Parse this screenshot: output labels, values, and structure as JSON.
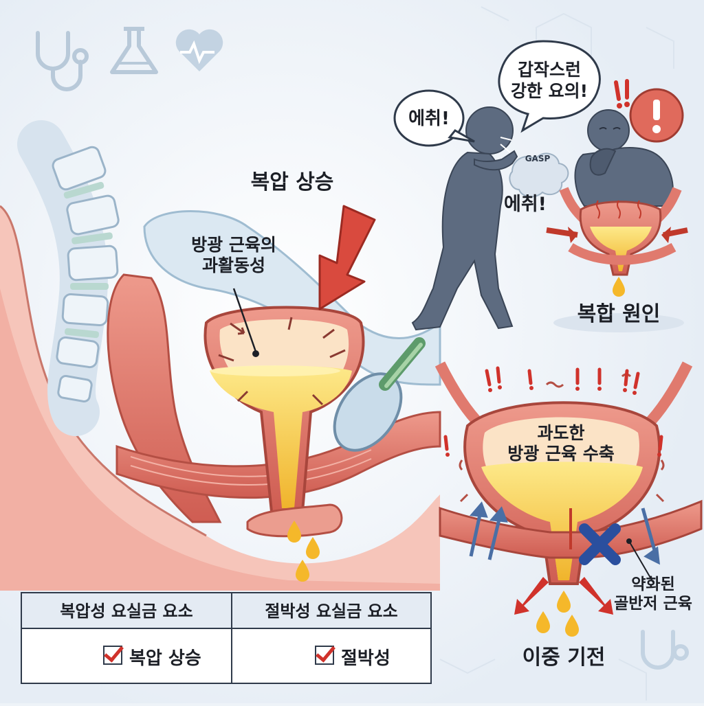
{
  "labels": {
    "abdominal_pressure": "복압 상승",
    "bladder_overactivity_line1": "방광 근육의",
    "bladder_overactivity_line2": "과활동성",
    "bubble_sudden_line1": "갑작스런",
    "bubble_sudden_line2": "강한 요의!",
    "bubble_sneeze_1": "에취!",
    "sneeze_2": "에취!",
    "gasp": "GASP",
    "mixed_cause": "복합 원인",
    "excess_contraction_line1": "과도한",
    "excess_contraction_line2": "방광 근육 수축",
    "weak_pelvic_line1": "약화된",
    "weak_pelvic_line2": "골반저 근육",
    "dual_mechanism": "이중 기전"
  },
  "legend": {
    "stress_header": "복압성 요실금 요소",
    "urge_header": "절박성 요실금 요소",
    "stress_item": "복압 상승",
    "urge_item": "절박성"
  },
  "colors": {
    "urine": "#f5c640",
    "muscle": "#e07a6e",
    "tissue": "#f3b7ac",
    "arrow_red": "#d0322b",
    "arrow_blue": "#4a6fa5",
    "figure": "#5d6b80",
    "x_mark": "#2a4f9e"
  },
  "icons": [
    "stethoscope-icon",
    "flask-icon",
    "heartbeat-icon",
    "exclamation-icon",
    "check-icon",
    "x-mark-icon"
  ]
}
